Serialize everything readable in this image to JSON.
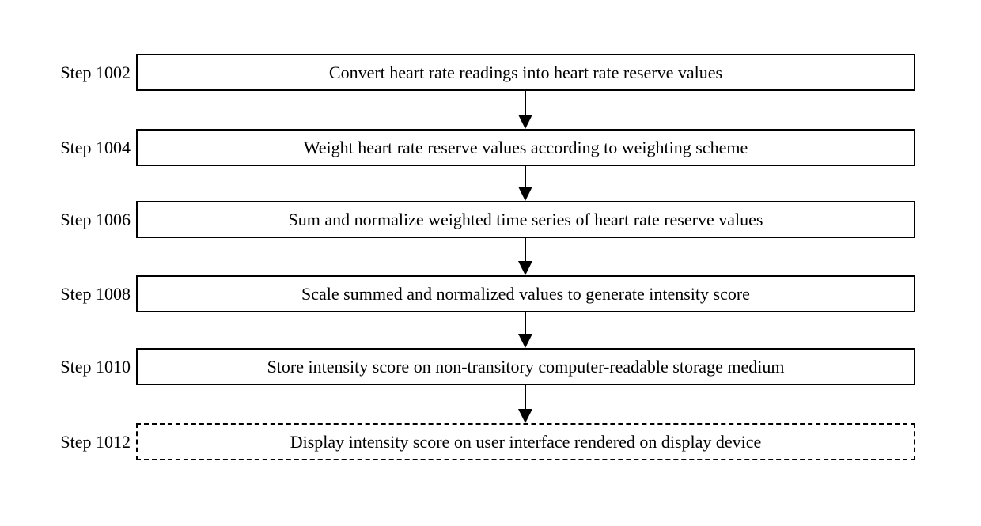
{
  "diagram": {
    "type": "flowchart",
    "direction": "top-down",
    "colors": {
      "background": "#ffffff",
      "line": "#000000",
      "text": "#000000"
    },
    "steps": [
      {
        "label": "Step 1002",
        "text": "Convert heart rate readings into heart rate reserve values",
        "border_style": "solid"
      },
      {
        "label": "Step 1004",
        "text": "Weight heart rate reserve values according to weighting scheme",
        "border_style": "solid"
      },
      {
        "label": "Step 1006",
        "text": "Sum and normalize weighted time series of heart rate reserve values",
        "border_style": "solid"
      },
      {
        "label": "Step 1008",
        "text": "Scale summed and normalized values to generate intensity score",
        "border_style": "solid"
      },
      {
        "label": "Step 1010",
        "text": "Store intensity score on non-transitory computer-readable storage medium",
        "border_style": "solid"
      },
      {
        "label": "Step 1012",
        "text": "Display intensity score on user interface rendered on display device",
        "border_style": "dashed"
      }
    ],
    "connectors": {
      "count": 5,
      "style": "solid-line-filled-arrowhead",
      "direction": "down"
    }
  }
}
